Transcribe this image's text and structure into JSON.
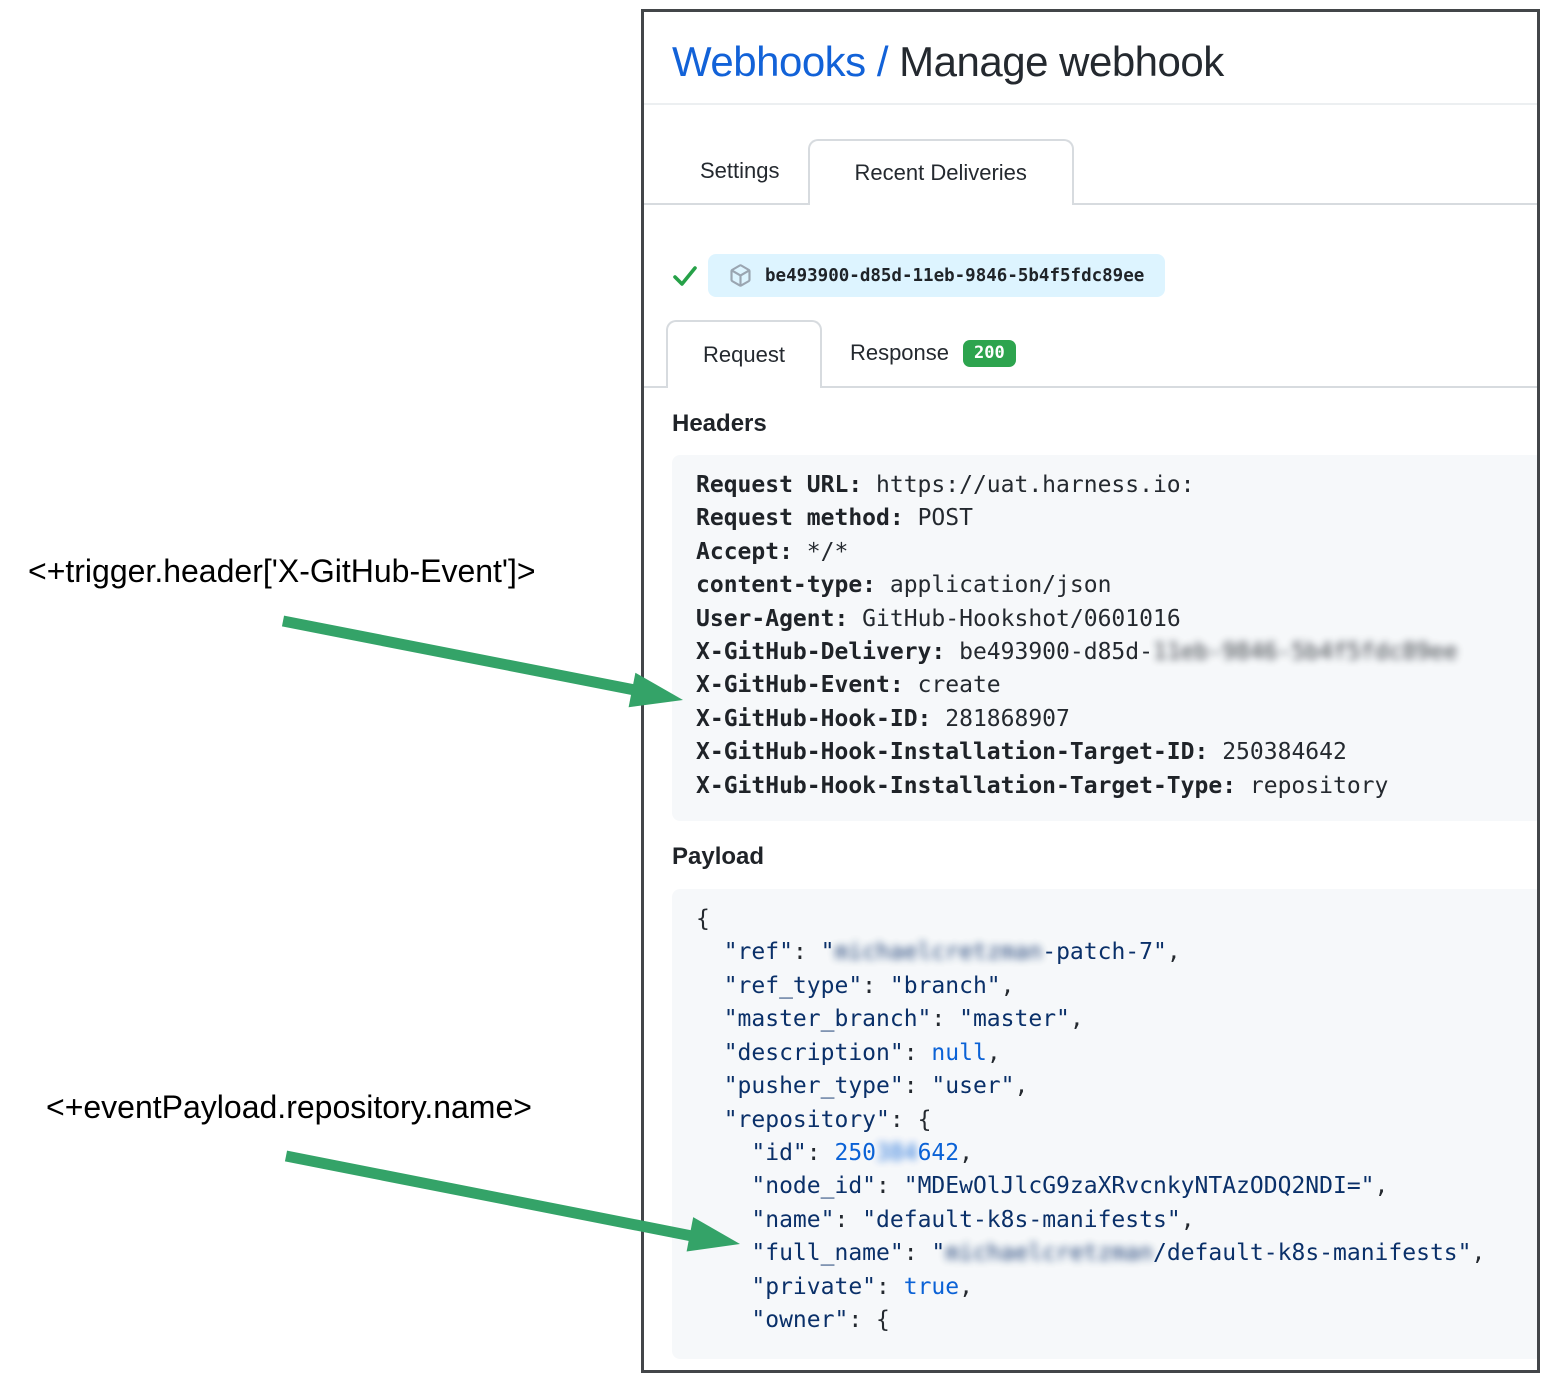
{
  "page": {
    "breadcrumb_link": "Webhooks /",
    "title": " Manage webhook"
  },
  "tabs": [
    {
      "label": "Settings",
      "active": false
    },
    {
      "label": "Recent Deliveries",
      "active": true
    }
  ],
  "delivery": {
    "id": "be493900-d85d-11eb-9846-5b4f5fdc89ee",
    "status_icon": "check-icon",
    "pill_icon": "package-icon"
  },
  "subtabs": {
    "request_label": "Request",
    "response_label": "Response",
    "response_status": "200"
  },
  "headers_section": {
    "heading": "Headers",
    "rows": [
      {
        "name": "Request URL:",
        "value": "https://uat.harness.io:"
      },
      {
        "name": "Request method:",
        "value": "POST"
      },
      {
        "name": "Accept:",
        "value": "*/*"
      },
      {
        "name": "content-type:",
        "value": "application/json"
      },
      {
        "name": "User-Agent:",
        "value": "GitHub-Hookshot/0601016"
      },
      {
        "name": "X-GitHub-Delivery:",
        "value": "be493900-d85d-",
        "redacted": "11eb-9846-5b4f5fdc89ee"
      },
      {
        "name": "X-GitHub-Event:",
        "value": "create"
      },
      {
        "name": "X-GitHub-Hook-ID:",
        "value": "281868907"
      },
      {
        "name": "X-GitHub-Hook-Installation-Target-ID:",
        "value": "250384642"
      },
      {
        "name": "X-GitHub-Hook-Installation-Target-Type:",
        "value": "repository"
      }
    ]
  },
  "payload_section": {
    "heading": "Payload",
    "lines": [
      [
        {
          "t": "{",
          "c": "punct"
        }
      ],
      [
        {
          "t": "  \"ref\"",
          "c": "key"
        },
        {
          "t": ": ",
          "c": "punct"
        },
        {
          "t": "\"",
          "c": "str"
        },
        {
          "t": "michaelcretzman",
          "c": "str",
          "blur": true
        },
        {
          "t": "-patch-7\"",
          "c": "str"
        },
        {
          "t": ",",
          "c": "punct"
        }
      ],
      [
        {
          "t": "  \"ref_type\"",
          "c": "key"
        },
        {
          "t": ": ",
          "c": "punct"
        },
        {
          "t": "\"branch\"",
          "c": "str"
        },
        {
          "t": ",",
          "c": "punct"
        }
      ],
      [
        {
          "t": "  \"master_branch\"",
          "c": "key"
        },
        {
          "t": ": ",
          "c": "punct"
        },
        {
          "t": "\"master\"",
          "c": "str"
        },
        {
          "t": ",",
          "c": "punct"
        }
      ],
      [
        {
          "t": "  \"description\"",
          "c": "key"
        },
        {
          "t": ": ",
          "c": "punct"
        },
        {
          "t": "null",
          "c": "lit"
        },
        {
          "t": ",",
          "c": "punct"
        }
      ],
      [
        {
          "t": "  \"pusher_type\"",
          "c": "key"
        },
        {
          "t": ": ",
          "c": "punct"
        },
        {
          "t": "\"user\"",
          "c": "str"
        },
        {
          "t": ",",
          "c": "punct"
        }
      ],
      [
        {
          "t": "  \"repository\"",
          "c": "key"
        },
        {
          "t": ": {",
          "c": "punct"
        }
      ],
      [
        {
          "t": "    \"id\"",
          "c": "key"
        },
        {
          "t": ": ",
          "c": "punct"
        },
        {
          "t": "250",
          "c": "lit"
        },
        {
          "t": "384",
          "c": "lit",
          "blur": true
        },
        {
          "t": "642",
          "c": "lit"
        },
        {
          "t": ",",
          "c": "punct"
        }
      ],
      [
        {
          "t": "    \"node_id\"",
          "c": "key"
        },
        {
          "t": ": ",
          "c": "punct"
        },
        {
          "t": "\"MDEwOlJlcG9zaXRvcnkyNTAzODQ2NDI=\"",
          "c": "str"
        },
        {
          "t": ",",
          "c": "punct"
        }
      ],
      [
        {
          "t": "    \"name\"",
          "c": "key"
        },
        {
          "t": ": ",
          "c": "punct"
        },
        {
          "t": "\"default-k8s-manifests\"",
          "c": "str"
        },
        {
          "t": ",",
          "c": "punct"
        }
      ],
      [
        {
          "t": "    \"full_name\"",
          "c": "key"
        },
        {
          "t": ": ",
          "c": "punct"
        },
        {
          "t": "\"",
          "c": "str"
        },
        {
          "t": "michaelcretzman",
          "c": "str",
          "blur": true
        },
        {
          "t": "/default-k8s-manifests\"",
          "c": "str"
        },
        {
          "t": ",",
          "c": "punct"
        }
      ],
      [
        {
          "t": "    \"private\"",
          "c": "key"
        },
        {
          "t": ": ",
          "c": "punct"
        },
        {
          "t": "true",
          "c": "lit"
        },
        {
          "t": ",",
          "c": "punct"
        }
      ],
      [
        {
          "t": "    \"owner\"",
          "c": "key"
        },
        {
          "t": ": {",
          "c": "punct"
        }
      ]
    ]
  },
  "annotations": [
    {
      "text": "<+trigger.header['X-GitHub-Event']>"
    },
    {
      "text": "<+eventPayload.repository.name>"
    }
  ],
  "colors": {
    "link_blue": "#1262d8",
    "arrow_green": "#34a368",
    "badge_green": "#2da44e",
    "pill_blue": "#ddf4ff",
    "check_green": "#26a148",
    "code_navy": "#0a3069",
    "code_literal_blue": "#0b62d6",
    "box_gray": "#f6f8fa"
  }
}
